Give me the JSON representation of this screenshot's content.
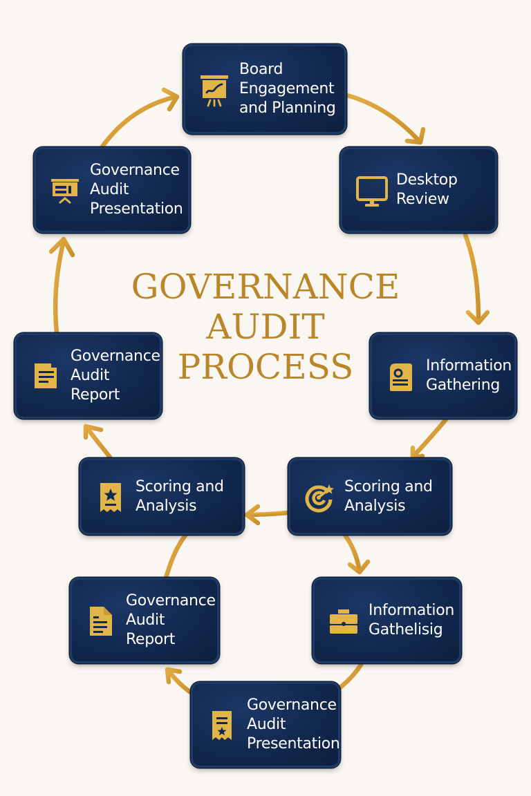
{
  "title": {
    "line1": "GOVERNANCE",
    "line2": "AUDIT",
    "line3": "PROCESS"
  },
  "colors": {
    "background": "#faf7f2",
    "title": "#b9862a",
    "node_fill": "#12284e",
    "node_border": "#1e3a66",
    "icon_gold": "#e2b54a",
    "arrow": "#dba23c",
    "label_text": "#ffffff"
  },
  "nodes": [
    {
      "id": "board-engagement",
      "icon": "presentation-chart-icon",
      "lines": [
        "Board",
        "Engagement",
        "and Planning"
      ]
    },
    {
      "id": "desktop-review",
      "icon": "monitor-icon",
      "lines": [
        "Desktop",
        "Review"
      ]
    },
    {
      "id": "information-gathering-1",
      "icon": "id-document-icon",
      "lines": [
        "Information",
        "Gathering"
      ]
    },
    {
      "id": "scoring-analysis-right",
      "icon": "target-star-icon",
      "lines": [
        "Scoring and",
        "Analysis"
      ]
    },
    {
      "id": "information-gathering-2",
      "icon": "briefcase-icon",
      "lines": [
        "Information",
        "Gathelisig"
      ]
    },
    {
      "id": "governance-presentation-bottom",
      "icon": "certificate-star-icon",
      "lines": [
        "Governance",
        "Audit",
        "Presentation"
      ]
    },
    {
      "id": "governance-report-lower",
      "icon": "document-icon",
      "lines": [
        "Governance",
        "Audit",
        "Report"
      ]
    },
    {
      "id": "scoring-analysis-left",
      "icon": "badge-star-icon",
      "lines": [
        "Scoring and",
        "Analysis"
      ]
    },
    {
      "id": "governance-report-upper",
      "icon": "file-lines-icon",
      "lines": [
        "Governance",
        "Audit",
        "Report"
      ]
    },
    {
      "id": "governance-presentation-top",
      "icon": "presentation-board-icon",
      "lines": [
        "Governance",
        "Audit",
        "Presentation"
      ]
    }
  ],
  "connectors": [
    {
      "from": "governance-presentation-top",
      "to": "board-engagement"
    },
    {
      "from": "board-engagement",
      "to": "desktop-review"
    },
    {
      "from": "desktop-review",
      "to": "information-gathering-1"
    },
    {
      "from": "information-gathering-1",
      "to": "scoring-analysis-right"
    },
    {
      "from": "scoring-analysis-right",
      "to": "scoring-analysis-left"
    },
    {
      "from": "scoring-analysis-right",
      "to": "information-gathering-2"
    },
    {
      "from": "information-gathering-2",
      "to": "governance-presentation-bottom"
    },
    {
      "from": "governance-presentation-bottom",
      "to": "governance-report-lower"
    },
    {
      "from": "governance-report-lower",
      "to": "scoring-analysis-left"
    },
    {
      "from": "scoring-analysis-left",
      "to": "governance-report-upper"
    },
    {
      "from": "governance-report-upper",
      "to": "governance-presentation-top"
    }
  ]
}
